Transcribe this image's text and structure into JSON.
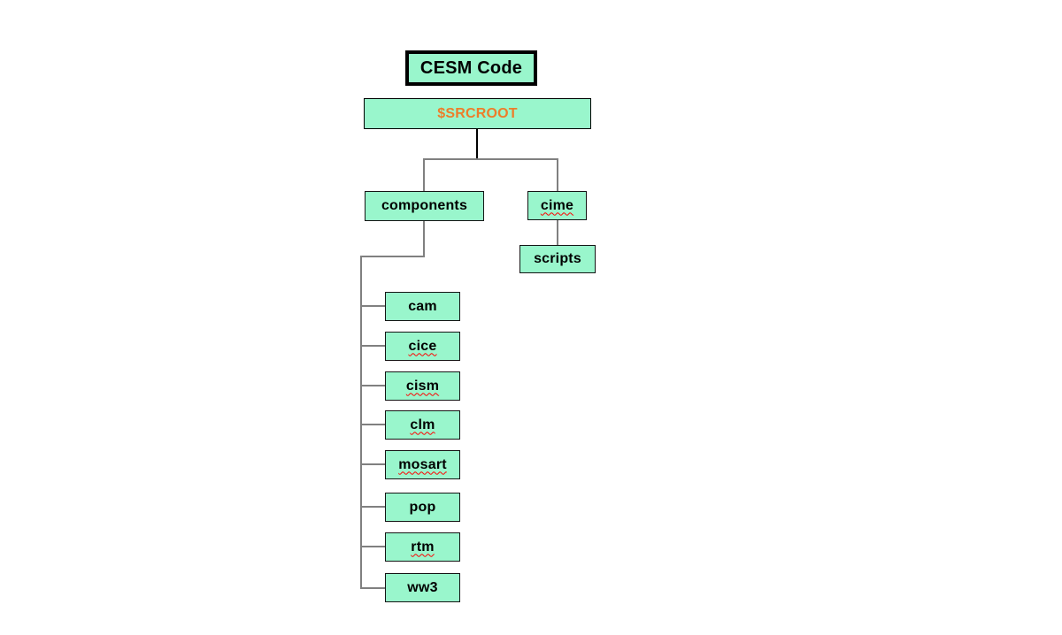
{
  "diagram": {
    "title": "CESM Code",
    "root": {
      "label": "$SRCROOT"
    },
    "branches": [
      {
        "label": "components",
        "squiggle": false,
        "children": [
          {
            "label": "cam",
            "squiggle": false
          },
          {
            "label": "cice",
            "squiggle": true
          },
          {
            "label": "cism",
            "squiggle": true
          },
          {
            "label": "clm",
            "squiggle": true
          },
          {
            "label": "mosart",
            "squiggle": true
          },
          {
            "label": "pop",
            "squiggle": false
          },
          {
            "label": "rtm",
            "squiggle": true
          },
          {
            "label": "ww3",
            "squiggle": false
          }
        ]
      },
      {
        "label": "cime",
        "squiggle": true,
        "children": [
          {
            "label": "scripts",
            "squiggle": false
          }
        ]
      }
    ],
    "colors": {
      "box_fill": "#99f6cc",
      "root_text": "#ed7d2a",
      "connector_gray": "#808080",
      "border_black": "#000000",
      "squiggle_red": "#ff0000"
    }
  }
}
